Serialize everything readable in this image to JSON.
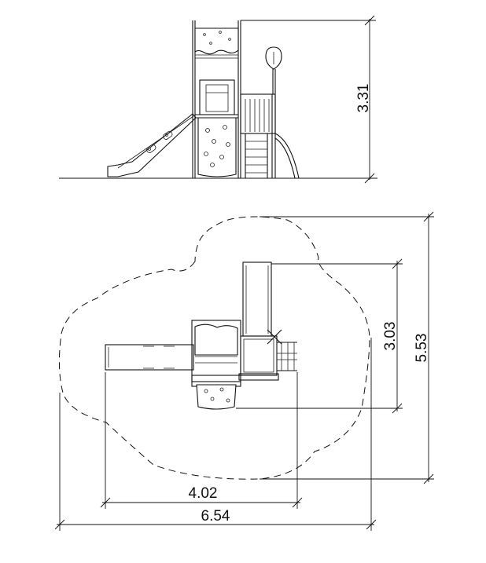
{
  "dimensions": {
    "height": "3.31",
    "depth_inner": "3.03",
    "depth_total": "5.53",
    "width_inner": "4.02",
    "width_total": "6.54"
  }
}
